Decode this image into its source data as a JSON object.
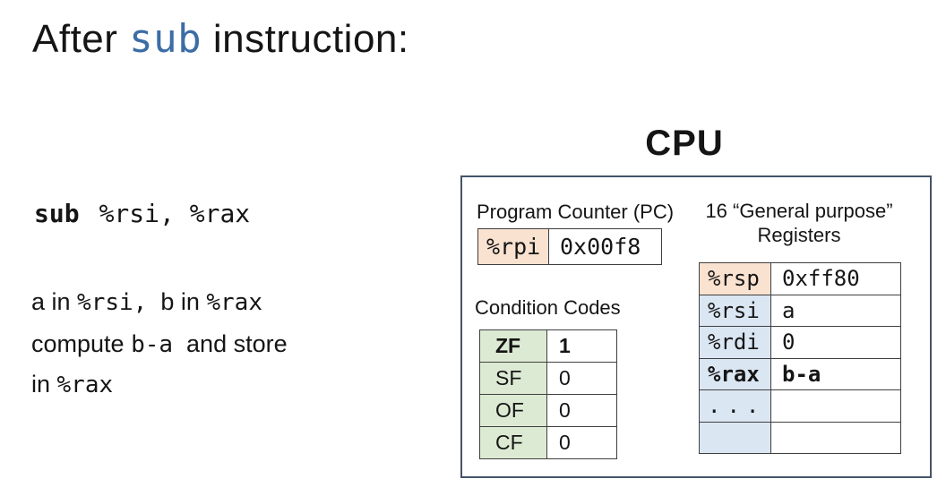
{
  "colors": {
    "keyword_blue": "#3c6da6",
    "box_border": "#44546a",
    "peach_fill": "#f9e2d0",
    "green_fill": "#dcead3",
    "blue_fill": "#dbe6f3",
    "table_border": "#3f3f3f"
  },
  "title": {
    "part1": "After ",
    "keyword": "sub",
    "part2": " instruction:"
  },
  "left": {
    "instruction": {
      "op": "sub",
      "args": "%rsi, %rax"
    },
    "note_line1": {
      "s0": "a in ",
      "s1": "%rsi,",
      "s2": "  b in ",
      "s3": "%rax"
    },
    "note_line2": {
      "s0": "compute ",
      "s1": "b-a",
      "s2": "  and store"
    },
    "note_line3": {
      "s0": "in ",
      "s1": "%rax"
    }
  },
  "cpu": {
    "heading": "CPU",
    "pc": {
      "label": "Program Counter (PC)",
      "register": "%rpi",
      "value": "0x00f8"
    },
    "condition_codes": {
      "label": "Condition Codes",
      "rows": [
        {
          "flag": "ZF",
          "value": "1"
        },
        {
          "flag": "SF",
          "value": "0"
        },
        {
          "flag": "OF",
          "value": "0"
        },
        {
          "flag": "CF",
          "value": "0"
        }
      ]
    },
    "registers": {
      "heading_line1": "16 “General purpose”",
      "heading_line2": "Registers",
      "rows": [
        {
          "name": "%rsp",
          "value": "0xff80"
        },
        {
          "name": "%rsi",
          "value": "a"
        },
        {
          "name": "%rdi",
          "value": "0"
        },
        {
          "name": "%rax",
          "value": "b-a"
        },
        {
          "name": "...",
          "value": ""
        },
        {
          "name": "",
          "value": ""
        }
      ]
    }
  }
}
